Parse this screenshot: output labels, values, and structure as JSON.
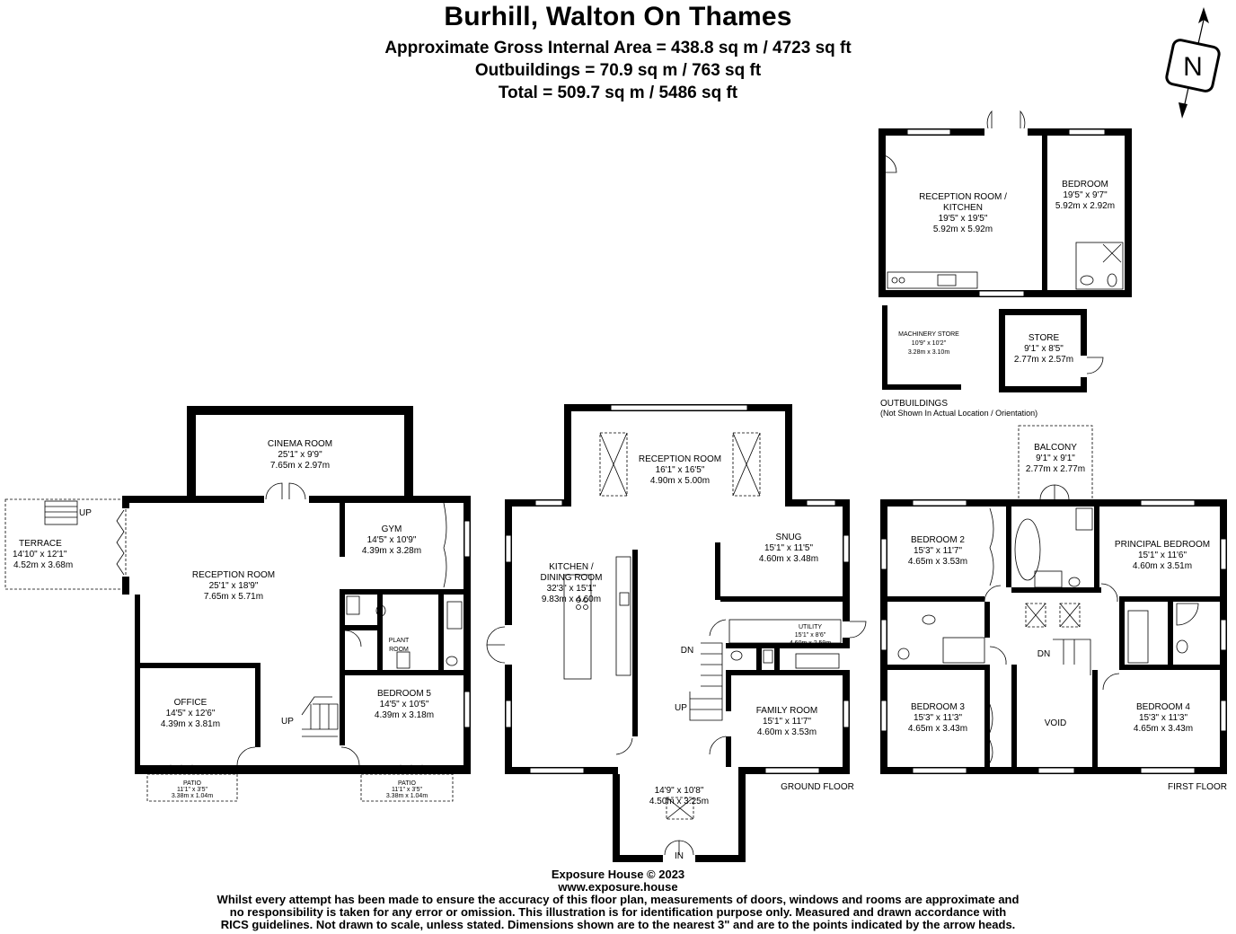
{
  "header": {
    "title": "Burhill, Walton On Thames",
    "gross_internal_area": "Approximate Gross Internal Area = 438.8 sq m / 4723 sq ft",
    "outbuildings_area": "Outbuildings = 70.9 sq m / 763 sq ft",
    "total_area": "Total = 509.7 sq m / 5486 sq ft"
  },
  "compass": {
    "icon": "north-arrow-icon",
    "letter": "N"
  },
  "floors": {
    "ground_floor_label": "GROUND FLOOR",
    "first_floor_label": "FIRST FLOOR",
    "outbuildings_label": "OUTBUILDINGS",
    "outbuildings_note": "(Not Shown In Actual Location / Orientation)"
  },
  "rooms": {
    "cinema": {
      "name": "CINEMA ROOM",
      "imperial": "25'1\" x 9'9\"",
      "metric": "7.65m x 2.97m"
    },
    "terrace": {
      "name": "TERRACE",
      "imperial": "14'10\" x 12'1\"",
      "metric": "4.52m x 3.68m"
    },
    "lower_reception": {
      "name": "RECEPTION ROOM",
      "imperial": "25'1\" x 18'9\"",
      "metric": "7.65m x 5.71m"
    },
    "gym": {
      "name": "GYM",
      "imperial": "14'5\" x 10'9\"",
      "metric": "4.39m x 3.28m"
    },
    "plant": {
      "line1": "PLANT",
      "line2": "ROOM"
    },
    "office": {
      "name": "OFFICE",
      "imperial": "14'5\" x 12'6\"",
      "metric": "4.39m x 3.81m"
    },
    "bedroom5": {
      "name": "BEDROOM 5",
      "imperial": "14'5\" x 10'5\"",
      "metric": "4.39m x 3.18m"
    },
    "patio_left": {
      "name": "PATIO",
      "imperial": "11'1\" x 3'5\"",
      "metric": "3.38m x 1.04m"
    },
    "patio_right": {
      "name": "PATIO",
      "imperial": "11'1\" x 3'5\"",
      "metric": "3.38m x 1.04m"
    },
    "ground_reception": {
      "name": "RECEPTION ROOM",
      "imperial": "16'1\" x 16'5\"",
      "metric": "4.90m x 5.00m"
    },
    "kitchen": {
      "line1": "KITCHEN /",
      "line2": "DINING ROOM",
      "imperial": "32'3\" x 15'1\"",
      "metric": "9.83m x 4.60m"
    },
    "snug": {
      "name": "SNUG",
      "imperial": "15'1\" x 11'5\"",
      "metric": "4.60m x 3.48m"
    },
    "utility": {
      "name": "UTILITY",
      "imperial": "15'1\" x 8'6\"",
      "metric": "4.60m x 2.59m"
    },
    "family": {
      "name": "FAMILY ROOM",
      "imperial": "15'1\" x 11'7\"",
      "metric": "4.60m x 3.53m"
    },
    "hall": {
      "imperial": "14'9\" x 10'8\"",
      "metric": "4.50m x 3.25m"
    },
    "outbuilding_reception": {
      "line1": "RECEPTION ROOM /",
      "line2": "KITCHEN",
      "imperial": "19'5\" x 19'5\"",
      "metric": "5.92m x 5.92m"
    },
    "outbuilding_bedroom": {
      "name": "BEDROOM",
      "imperial": "19'5\" x 9'7\"",
      "metric": "5.92m x 2.92m"
    },
    "machinery_store": {
      "name": "MACHINERY STORE",
      "imperial": "10'9\" x 10'2\"",
      "metric": "3.28m x 3.10m"
    },
    "store": {
      "name": "STORE",
      "imperial": "9'1\" x 8'5\"",
      "metric": "2.77m x 2.57m"
    },
    "balcony": {
      "name": "BALCONY",
      "imperial": "9'1\" x 9'1\"",
      "metric": "2.77m x 2.77m"
    },
    "bedroom2": {
      "name": "BEDROOM 2",
      "imperial": "15'3\" x 11'7\"",
      "metric": "4.65m x 3.53m"
    },
    "principal": {
      "name": "PRINCIPAL BEDROOM",
      "imperial": "15'1\" x 11'6\"",
      "metric": "4.60m x 3.51m"
    },
    "bedroom3": {
      "name": "BEDROOM 3",
      "imperial": "15'3\" x 11'3\"",
      "metric": "4.65m x 3.43m"
    },
    "void": {
      "name": "VOID"
    },
    "bedroom4": {
      "name": "BEDROOM 4",
      "imperial": "15'3\" x 11'3\"",
      "metric": "4.65m x 3.43m"
    }
  },
  "stairs": {
    "up": "UP",
    "dn": "DN",
    "in": "IN"
  },
  "footer": {
    "copyright": "Exposure House © 2023",
    "website": "www.exposure.house",
    "disclaimer1": "Whilst every attempt has been made to ensure the accuracy of this floor plan, measurements of doors, windows and rooms are approximate and",
    "disclaimer2": "no responsibility is taken for any error or omission. This illustration is for identification purpose only. Measured and drawn accordance with",
    "disclaimer3": "RICS guidelines. Not drawn to scale, unless stated. Dimensions shown are to the nearest 3\" and are to the points indicated by the arrow heads."
  }
}
